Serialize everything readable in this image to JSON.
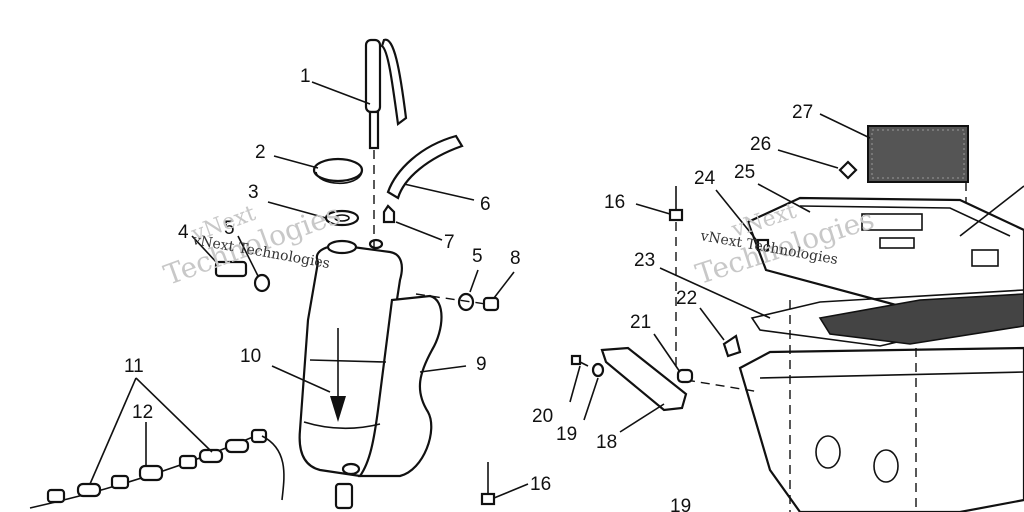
{
  "watermark": {
    "brand_top": "vNext",
    "brand_bottom": "Technologies",
    "brand_inline": "vNext Technologies"
  },
  "callouts": [
    {
      "id": "c1",
      "text": "1"
    },
    {
      "id": "c2",
      "text": "2"
    },
    {
      "id": "c3",
      "text": "3"
    },
    {
      "id": "c4",
      "text": "4"
    },
    {
      "id": "c5a",
      "text": "5"
    },
    {
      "id": "c5b",
      "text": "5"
    },
    {
      "id": "c6",
      "text": "6"
    },
    {
      "id": "c7",
      "text": "7"
    },
    {
      "id": "c8",
      "text": "8"
    },
    {
      "id": "c9",
      "text": "9"
    },
    {
      "id": "c10",
      "text": "10"
    },
    {
      "id": "c11",
      "text": "11"
    },
    {
      "id": "c12",
      "text": "12"
    },
    {
      "id": "c16a",
      "text": "16"
    },
    {
      "id": "c16b",
      "text": "16"
    },
    {
      "id": "c18",
      "text": "18"
    },
    {
      "id": "c19a",
      "text": "19"
    },
    {
      "id": "c19b",
      "text": "19"
    },
    {
      "id": "c20",
      "text": "20"
    },
    {
      "id": "c21",
      "text": "21"
    },
    {
      "id": "c22",
      "text": "22"
    },
    {
      "id": "c23",
      "text": "23"
    },
    {
      "id": "c24",
      "text": "24"
    },
    {
      "id": "c25",
      "text": "25"
    },
    {
      "id": "c26",
      "text": "26"
    },
    {
      "id": "c27",
      "text": "27"
    }
  ]
}
